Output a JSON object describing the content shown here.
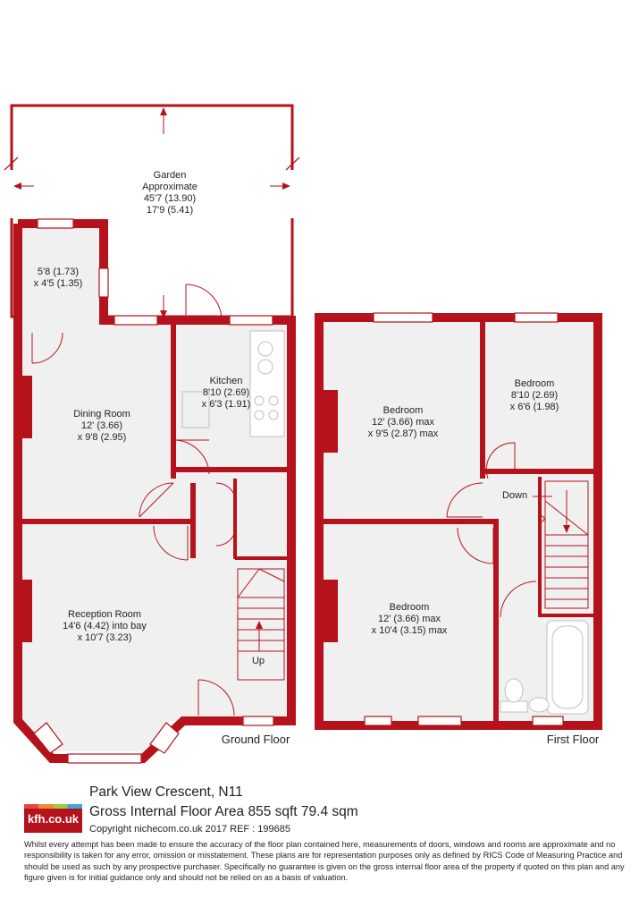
{
  "colors": {
    "wall": "#b5121b",
    "room_fill": "#f0f0f0",
    "fixture": "#c0c0c0",
    "text": "#231f20"
  },
  "rooms": {
    "garden": [
      "Garden",
      "Approximate",
      "45'7 (13.90)",
      "17'9 (5.41)"
    ],
    "store": [
      "5'8 (1.73)",
      "x 4'5 (1.35)"
    ],
    "dining": [
      "Dining Room",
      "12' (3.66)",
      "x 9'8 (2.95)"
    ],
    "kitchen": [
      "Kitchen",
      "8'10 (2.69)",
      "x 6'3 (1.91)"
    ],
    "reception": [
      "Reception Room",
      "14'6 (4.42) into bay",
      "x 10'7 (3.23)"
    ],
    "bedroom1": [
      "Bedroom",
      "12' (3.66) max",
      "x 9'5 (2.87) max"
    ],
    "bedroom2": [
      "Bedroom",
      "8'10 (2.69)",
      "x 6'6 (1.98)"
    ],
    "bedroom3": [
      "Bedroom",
      "12' (3.66) max",
      "x 10'4 (3.15) max"
    ]
  },
  "stairs": {
    "up": "Up",
    "down": "Down"
  },
  "floors": {
    "ground": "Ground Floor",
    "first": "First Floor"
  },
  "footer": {
    "logo": "kfh.co.uk",
    "address": "Park View Crescent, N11",
    "area": "Gross Internal Floor Area 855 sqft 79.4 sqm",
    "copyright": "Copyright nichecom.co.uk 2017 REF : 199685",
    "disclaimer": "Whilst every attempt has been made to ensure the accuracy of the floor plan contained here, measurements of doors, windows and rooms are approximate and no responsibility is taken for any error, omission or misstatement.  These plans are for representation purposes only as defined by RICS Code of Measuring Practice and should be used as such by any prospective purchaser.  Specifically no guarantee is given on the gross internal floor area of the property if quoted on this plan and any figure given is for initial guidance only and should not be relied on as a basis of valuation."
  }
}
